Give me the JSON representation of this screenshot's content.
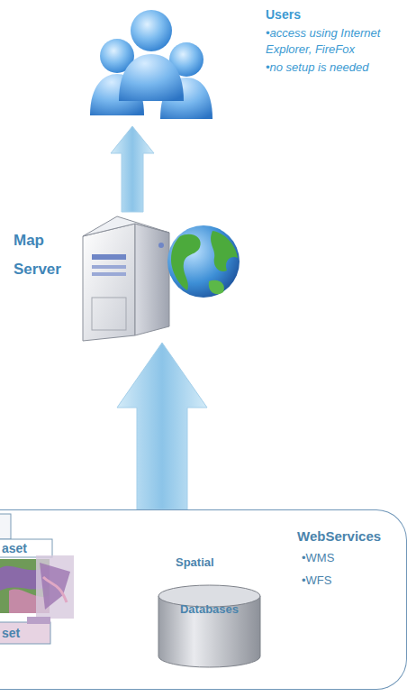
{
  "diagram": {
    "nodes": [
      {
        "text": [
          "Users",
          "•access using Internet Explorer, FireFox",
          "•no setup is needed"
        ]
      },
      {
        "text": [
          "Map Server"
        ]
      },
      {
        "text": [
          "WebServices",
          "•WMS",
          "•WFS"
        ]
      },
      {
        "text": [
          "Spatial",
          "Databases"
        ],
        "in": 2
      }
    ],
    "edges": [
      {
        "from": 2,
        "to": 1,
        "arrow": "to"
      },
      {
        "from": 1,
        "to": 0,
        "arrow": "to"
      }
    ],
    "labels": [
      "aset",
      "set"
    ]
  }
}
